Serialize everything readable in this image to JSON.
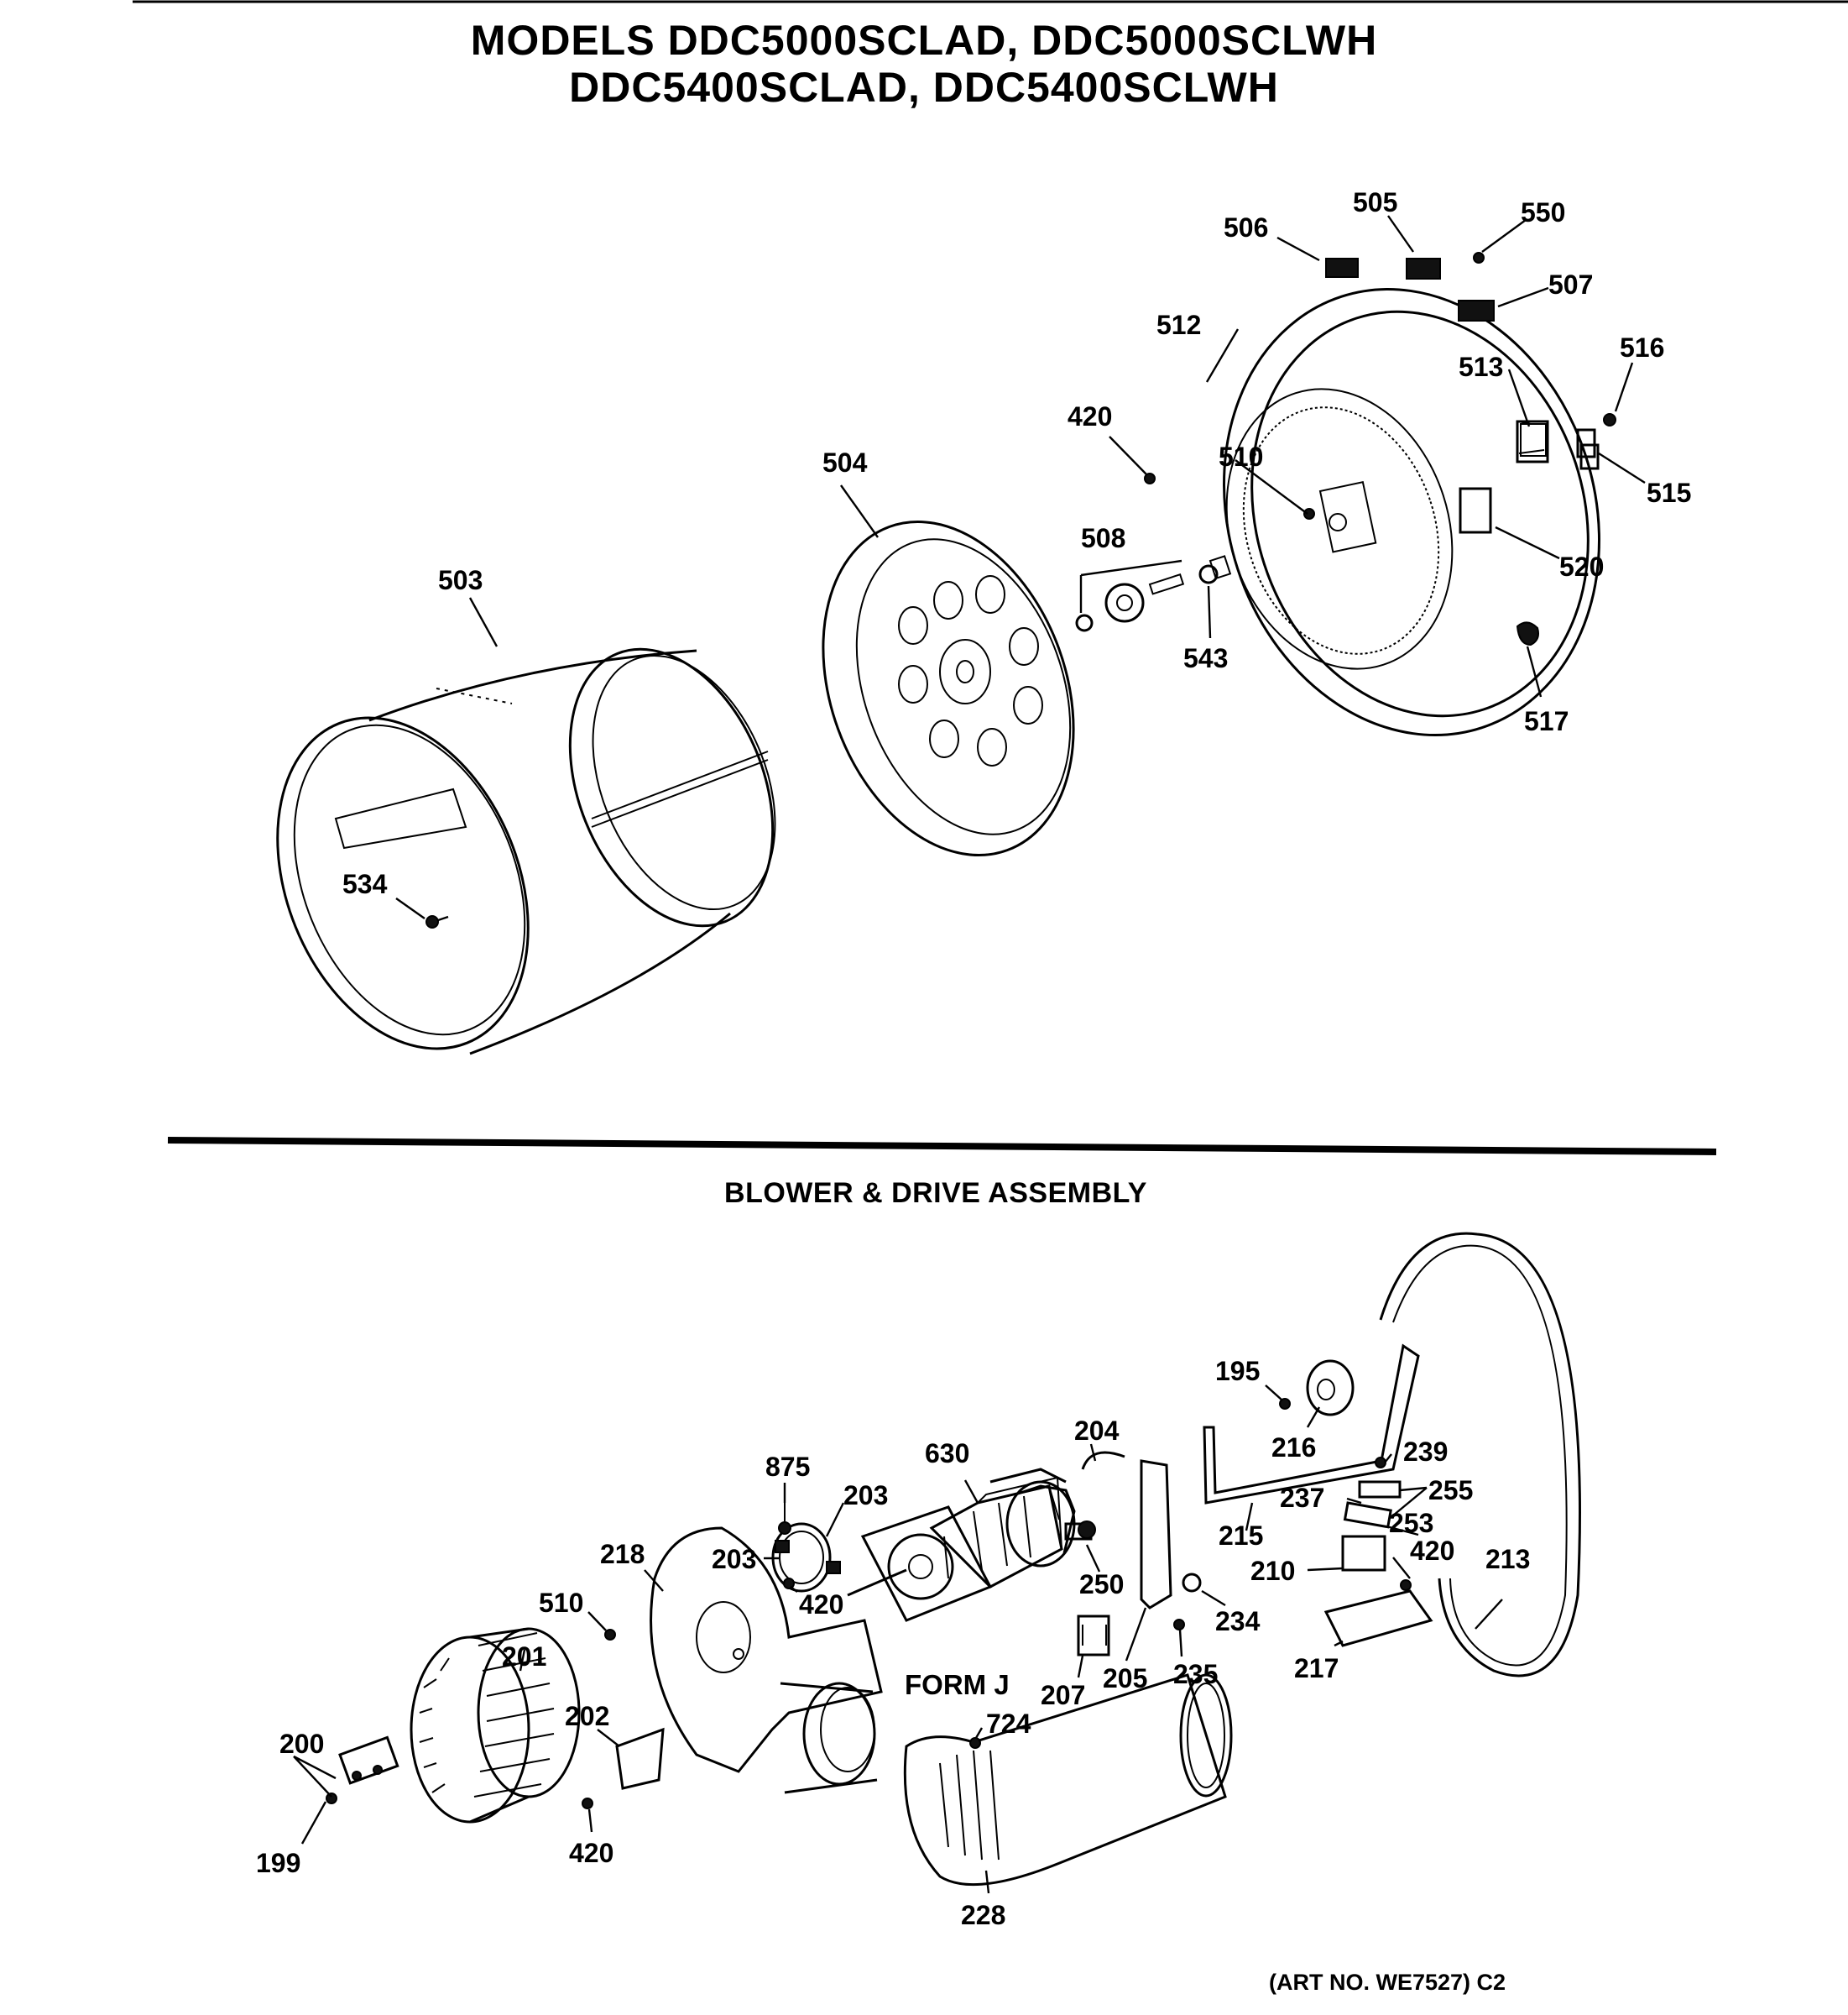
{
  "header": {
    "title_line1": "MODELS DDC5000SCLAD, DDC5000SCLWH",
    "title_line2": "DDC5400SCLAD, DDC5400SCLWH"
  },
  "section": {
    "title": "BLOWER & DRIVE ASSEMBLY"
  },
  "footer": {
    "art_no": "(ART NO. WE7527) C2"
  },
  "labels": {
    "drum": [
      "506",
      "505",
      "550",
      "507",
      "512",
      "516",
      "513",
      "420",
      "510",
      "504",
      "515",
      "508",
      "520",
      "503",
      "543",
      "517",
      "534"
    ],
    "blower": [
      "195",
      "216",
      "204",
      "239",
      "875",
      "630",
      "255",
      "203",
      "237",
      "253",
      "218",
      "203",
      "215",
      "420",
      "213",
      "210",
      "250",
      "420",
      "510",
      "234",
      "201",
      "235",
      "207",
      "205",
      "217",
      "202",
      "724",
      "200",
      "420",
      "199",
      "228"
    ]
  },
  "form_label": "FORM J"
}
